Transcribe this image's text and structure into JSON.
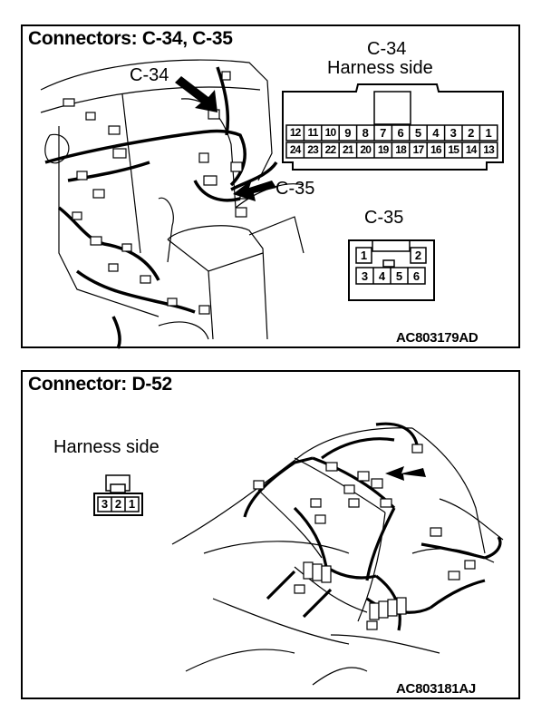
{
  "panel1": {
    "title": "Connectors: C-34, C-35",
    "callouts": {
      "c34": "C-34",
      "c35": "C-35"
    },
    "c34_connector": {
      "name": "C-34",
      "side_label": "Harness side",
      "top_row": [
        "12",
        "11",
        "10",
        "9",
        "8",
        "7",
        "6",
        "5",
        "4",
        "3",
        "2",
        "1"
      ],
      "bottom_row": [
        "24",
        "23",
        "22",
        "21",
        "20",
        "19",
        "18",
        "17",
        "16",
        "15",
        "14",
        "13"
      ]
    },
    "c35_connector": {
      "name": "C-35",
      "top_row": [
        "1",
        "2"
      ],
      "bottom_row": [
        "3",
        "4",
        "5",
        "6"
      ]
    },
    "figure_code": "AC803179AD"
  },
  "panel2": {
    "title": "Connector: D-52",
    "side_label": "Harness side",
    "d52_connector": {
      "pins": [
        "3",
        "2",
        "1"
      ]
    },
    "figure_code": "AC803181AJ"
  }
}
